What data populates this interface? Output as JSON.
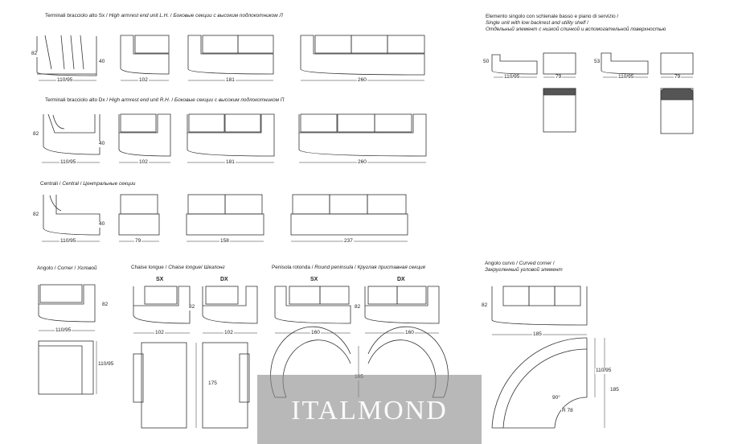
{
  "sections": {
    "terminal_sx": {
      "it": "Terminali bracciolo alto Sx",
      "en": "High armrest end unit L.H.",
      "ru": "Боковые секции с высоким подлокотником Л"
    },
    "terminal_dx": {
      "it": "Terminali bracciolo alto Dx",
      "en": "High armrest end unit R.H.",
      "ru": "Боковые секции с высоким подлокотником П"
    },
    "centrali": {
      "it": "Centrali",
      "en": "Central",
      "ru": "Центральные секции"
    },
    "angolo": {
      "it": "Angolo",
      "en": "Corner",
      "ru": "Угловой"
    },
    "chaise": {
      "it": "Chaise longue",
      "en": "Chaise longue",
      "ru": "Шезлонг"
    },
    "penisola": {
      "it": "Penisola rotonda",
      "en": "Round peninsula",
      "ru": "Круглая приставная секция"
    },
    "angolo_curvo": {
      "it": "Angolo curvo",
      "en": "Curved corner",
      "ru": "Закругленный угловой элемент"
    },
    "elemento_singolo": {
      "it": "Elemento singolo con schienale basso e piano di servizio",
      "en": "Single unit with low backrest and utility shelf",
      "ru": "Отдельный элемент с низкой спинкой и вспомогательной поверхностью"
    }
  },
  "side_labels": {
    "sx": "SX",
    "dx": "DX"
  },
  "dims": {
    "d82": "82",
    "d40": "40",
    "d110_95": "110/95",
    "d102": "102",
    "d181": "181",
    "d260": "260",
    "d79": "79",
    "d158": "158",
    "d237": "237",
    "d160": "160",
    "d165": "165",
    "d175": "175",
    "d185": "185",
    "d50": "50",
    "d53": "53",
    "d90": "90°",
    "dR78": "R 78"
  },
  "watermark": "ITALMOND"
}
